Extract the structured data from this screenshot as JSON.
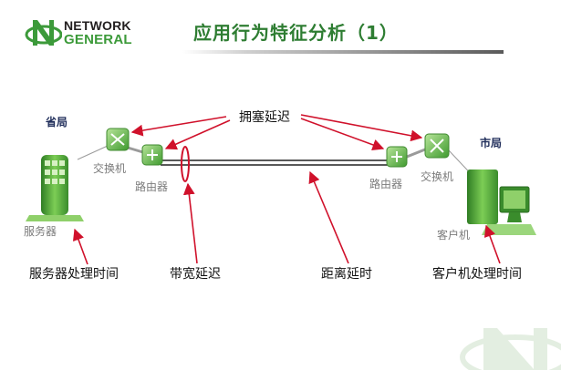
{
  "logo": {
    "line1": "NETWORK",
    "line2": "GENERAL"
  },
  "title": "应用行为特征分析（1）",
  "labels": {
    "province": "省局",
    "city": "市局",
    "server": "服务器",
    "client": "客户机",
    "switch_left": "交换机",
    "switch_right": "交换机",
    "router_left": "路由器",
    "router_right": "路由器",
    "congestion_delay": "拥塞延迟",
    "server_processing_time": "服务器处理时间",
    "bandwidth_delay": "带宽延迟",
    "distance_delay": "距离延时",
    "client_processing_time": "客户机处理时间"
  },
  "colors": {
    "arrow": "#d0112b",
    "device_green": "#4caf3a",
    "title_green": "#2e7d32"
  }
}
